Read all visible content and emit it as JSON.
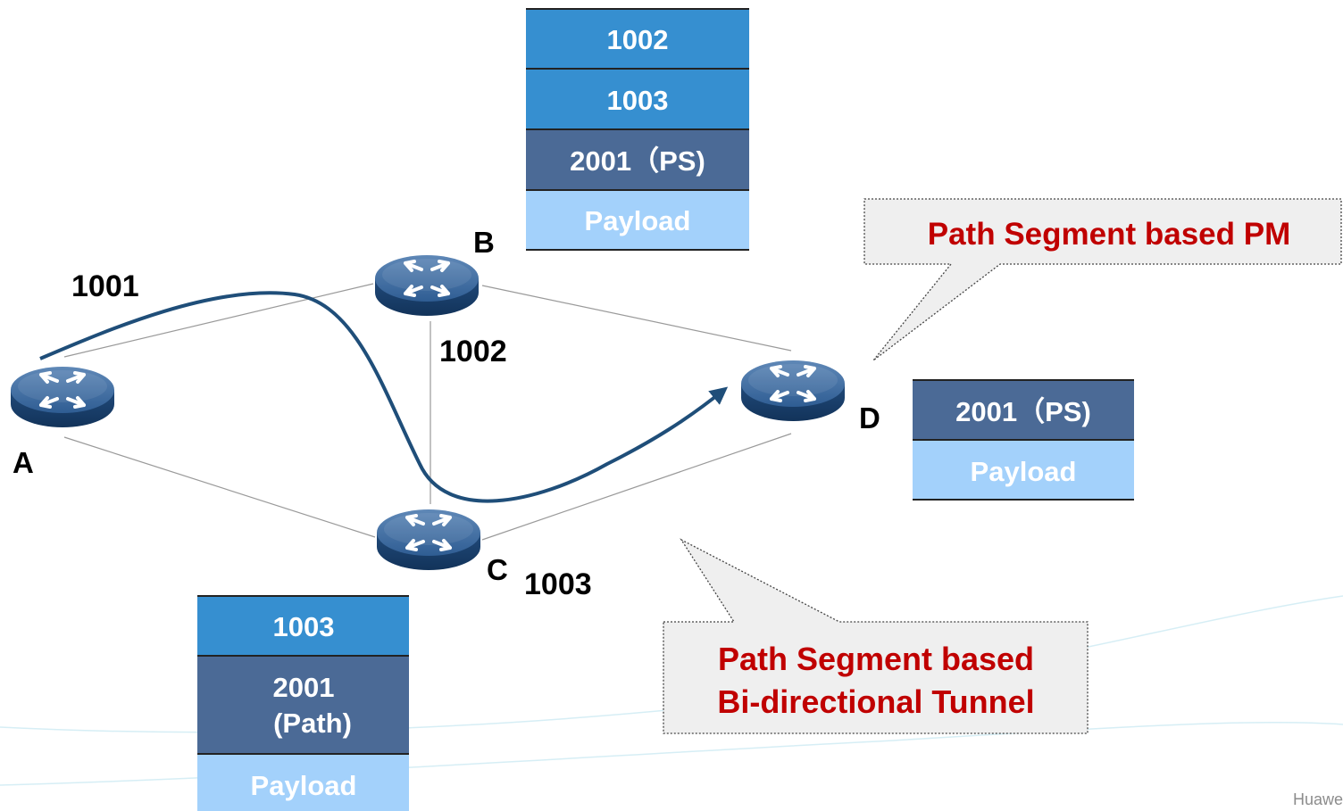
{
  "colors": {
    "label_blue": "#368fd0",
    "ps_blue": "#4b6a96",
    "payload_blue": "#a3d1fb",
    "path_curve": "#1f4e79",
    "callout_text": "#c00000",
    "callout_fill": "#efefef",
    "link_gray": "#9a9a9a",
    "router_body": "#2d5a8e"
  },
  "nodes": {
    "a": {
      "label": "A",
      "icon": "router-icon"
    },
    "b": {
      "label": "B",
      "icon": "router-icon"
    },
    "c": {
      "label": "C",
      "icon": "router-icon"
    },
    "d": {
      "label": "D",
      "icon": "router-icon"
    }
  },
  "sids": {
    "a_adj": "1001",
    "b_adj": "1002",
    "c_adj": "1003"
  },
  "stacks": {
    "top": {
      "rows": [
        "1002",
        "1003",
        "2001（PS)",
        "Payload"
      ]
    },
    "bottom": {
      "rows": [
        "1003",
        "2001",
        "(Path)",
        "Payload"
      ]
    },
    "right": {
      "rows": [
        "2001（PS)",
        "Payload"
      ]
    }
  },
  "callouts": {
    "pm": {
      "text": "Path Segment based PM"
    },
    "tunnel": {
      "line1": "Path Segment based",
      "line2": "Bi-directional Tunnel"
    }
  },
  "footer": {
    "text": "Huawe"
  }
}
